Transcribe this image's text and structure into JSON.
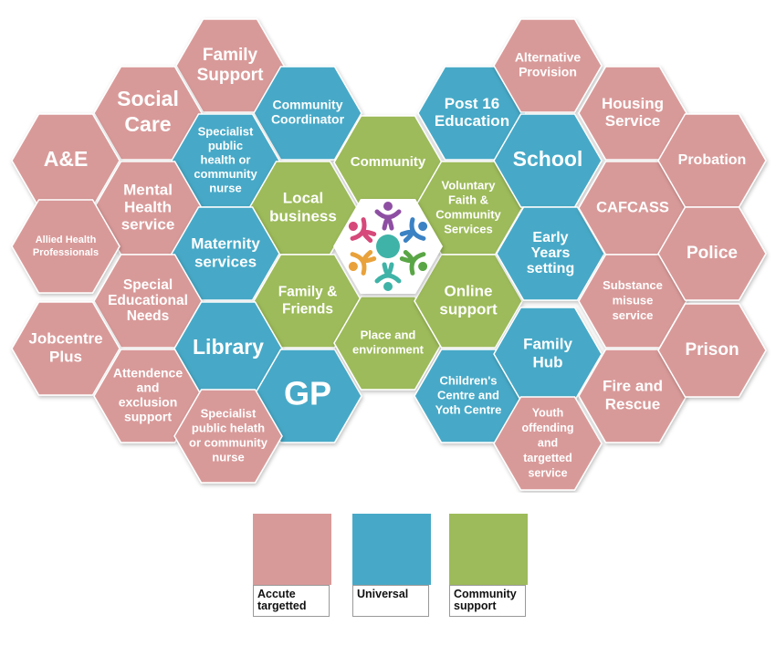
{
  "colors": {
    "acute": "#d89a99",
    "universal": "#47a9c7",
    "community": "#9dbb5a"
  },
  "hexagons": [
    {
      "lines": [
        "Family",
        "Support"
      ],
      "cat": "acute"
    },
    {
      "lines": [
        "Social",
        "Care"
      ],
      "cat": "acute"
    },
    {
      "lines": [
        "Community",
        "Coordinator"
      ],
      "cat": "universal"
    },
    {
      "lines": [
        "A&E"
      ],
      "cat": "acute"
    },
    {
      "lines": [
        "Specialist",
        "public",
        "health or",
        "community",
        "nurse"
      ],
      "cat": "universal"
    },
    {
      "lines": [
        "Mental",
        "Health",
        "service"
      ],
      "cat": "acute"
    },
    {
      "lines": [
        "Local",
        "business"
      ],
      "cat": "community"
    },
    {
      "lines": [
        "Allied Health",
        "Professionals"
      ],
      "cat": "acute"
    },
    {
      "lines": [
        "Maternity",
        "services"
      ],
      "cat": "universal"
    },
    {
      "lines": [
        "Special",
        "Educational",
        "Needs"
      ],
      "cat": "acute"
    },
    {
      "lines": [
        "Family &",
        "Friends"
      ],
      "cat": "community"
    },
    {
      "lines": [
        "Jobcentre",
        "Plus"
      ],
      "cat": "acute"
    },
    {
      "lines": [
        "Library"
      ],
      "cat": "universal"
    },
    {
      "lines": [
        "Attendence",
        "and",
        "exclusion",
        "support"
      ],
      "cat": "acute"
    },
    {
      "lines": [
        "GP"
      ],
      "cat": "universal"
    },
    {
      "lines": [
        "Specialist",
        "public helath",
        "or community",
        "nurse"
      ],
      "cat": "acute"
    },
    {
      "lines": [
        "Community"
      ],
      "cat": "community"
    },
    {
      "lines": [
        "Place and",
        "environment"
      ],
      "cat": "community"
    },
    {
      "lines": [
        "Post 16",
        "Education"
      ],
      "cat": "universal"
    },
    {
      "lines": [
        "Voluntary",
        "Faith &",
        "Community",
        "Services"
      ],
      "cat": "community"
    },
    {
      "lines": [
        "Online",
        "support"
      ],
      "cat": "community"
    },
    {
      "lines": [
        "Children's",
        "Centre and",
        "Yoth Centre"
      ],
      "cat": "universal"
    },
    {
      "lines": [
        "Alternative",
        "Provision"
      ],
      "cat": "acute"
    },
    {
      "lines": [
        "School"
      ],
      "cat": "universal"
    },
    {
      "lines": [
        "Early",
        "Years",
        "setting"
      ],
      "cat": "universal"
    },
    {
      "lines": [
        "Family",
        "Hub"
      ],
      "cat": "universal"
    },
    {
      "lines": [
        "Youth",
        "offending",
        "and",
        "targetted",
        "service"
      ],
      "cat": "acute"
    },
    {
      "lines": [
        "Housing",
        "Service"
      ],
      "cat": "acute"
    },
    {
      "lines": [
        "CAFCASS"
      ],
      "cat": "acute"
    },
    {
      "lines": [
        "Substance",
        "misuse",
        "service"
      ],
      "cat": "acute"
    },
    {
      "lines": [
        "Fire and",
        "Rescue"
      ],
      "cat": "acute"
    },
    {
      "lines": [
        "Probation"
      ],
      "cat": "acute"
    },
    {
      "lines": [
        "Police"
      ],
      "cat": "acute"
    },
    {
      "lines": [
        "Prison"
      ],
      "cat": "acute"
    }
  ],
  "legend": [
    {
      "label": "Accute\ntargetted",
      "cat": "acute"
    },
    {
      "label": "Universal",
      "cat": "universal"
    },
    {
      "label": "Community\nsupport",
      "cat": "community"
    }
  ]
}
